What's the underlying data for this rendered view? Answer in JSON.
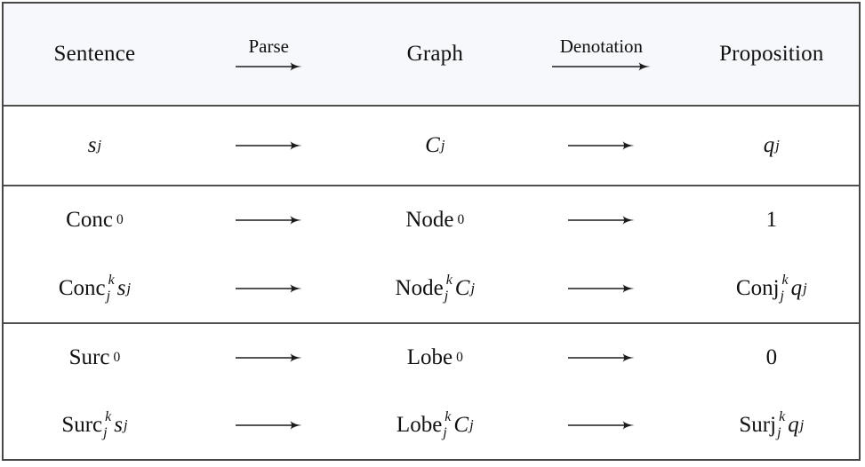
{
  "header": {
    "sentence": "Sentence",
    "parse": "Parse",
    "graph": "Graph",
    "denotation": "Denotation",
    "proposition": "Proposition"
  },
  "sections": [
    {
      "rows": [
        {
          "sentence": {
            "var": "s",
            "sub": "j"
          },
          "graph": {
            "var": "C",
            "sub": "j"
          },
          "proposition": {
            "var": "q",
            "sub": "j"
          }
        }
      ]
    },
    {
      "rows": [
        {
          "sentence": {
            "name": "Conc",
            "sup": "0"
          },
          "graph": {
            "name": "Node",
            "sup": "0"
          },
          "proposition": {
            "value": "1"
          }
        },
        {
          "sentence": {
            "name": "Conc",
            "sup": "k",
            "sub": "j",
            "var": "s",
            "varsub": "j"
          },
          "graph": {
            "name": "Node",
            "sup": "k",
            "sub": "j",
            "var": "C",
            "varsub": "j"
          },
          "proposition": {
            "name": "Conj",
            "sup": "k",
            "sub": "j",
            "var": "q",
            "varsub": "j"
          }
        }
      ]
    },
    {
      "rows": [
        {
          "sentence": {
            "name": "Surc",
            "sup": "0"
          },
          "graph": {
            "name": "Lobe",
            "sup": "0"
          },
          "proposition": {
            "value": "0"
          }
        },
        {
          "sentence": {
            "name": "Surc",
            "sup": "k",
            "sub": "j",
            "var": "s",
            "varsub": "j"
          },
          "graph": {
            "name": "Lobe",
            "sup": "k",
            "sub": "j",
            "var": "C",
            "varsub": "j"
          },
          "proposition": {
            "name": "Surj",
            "sup": "k",
            "sub": "j",
            "var": "q",
            "varsub": "j"
          }
        }
      ]
    }
  ],
  "icons": {
    "right_arrow": "⟶"
  },
  "colors": {
    "header_bg": "#f7f8fc",
    "outer_border": "#474747",
    "divider": "#4f4f4f",
    "text": "#111111"
  }
}
